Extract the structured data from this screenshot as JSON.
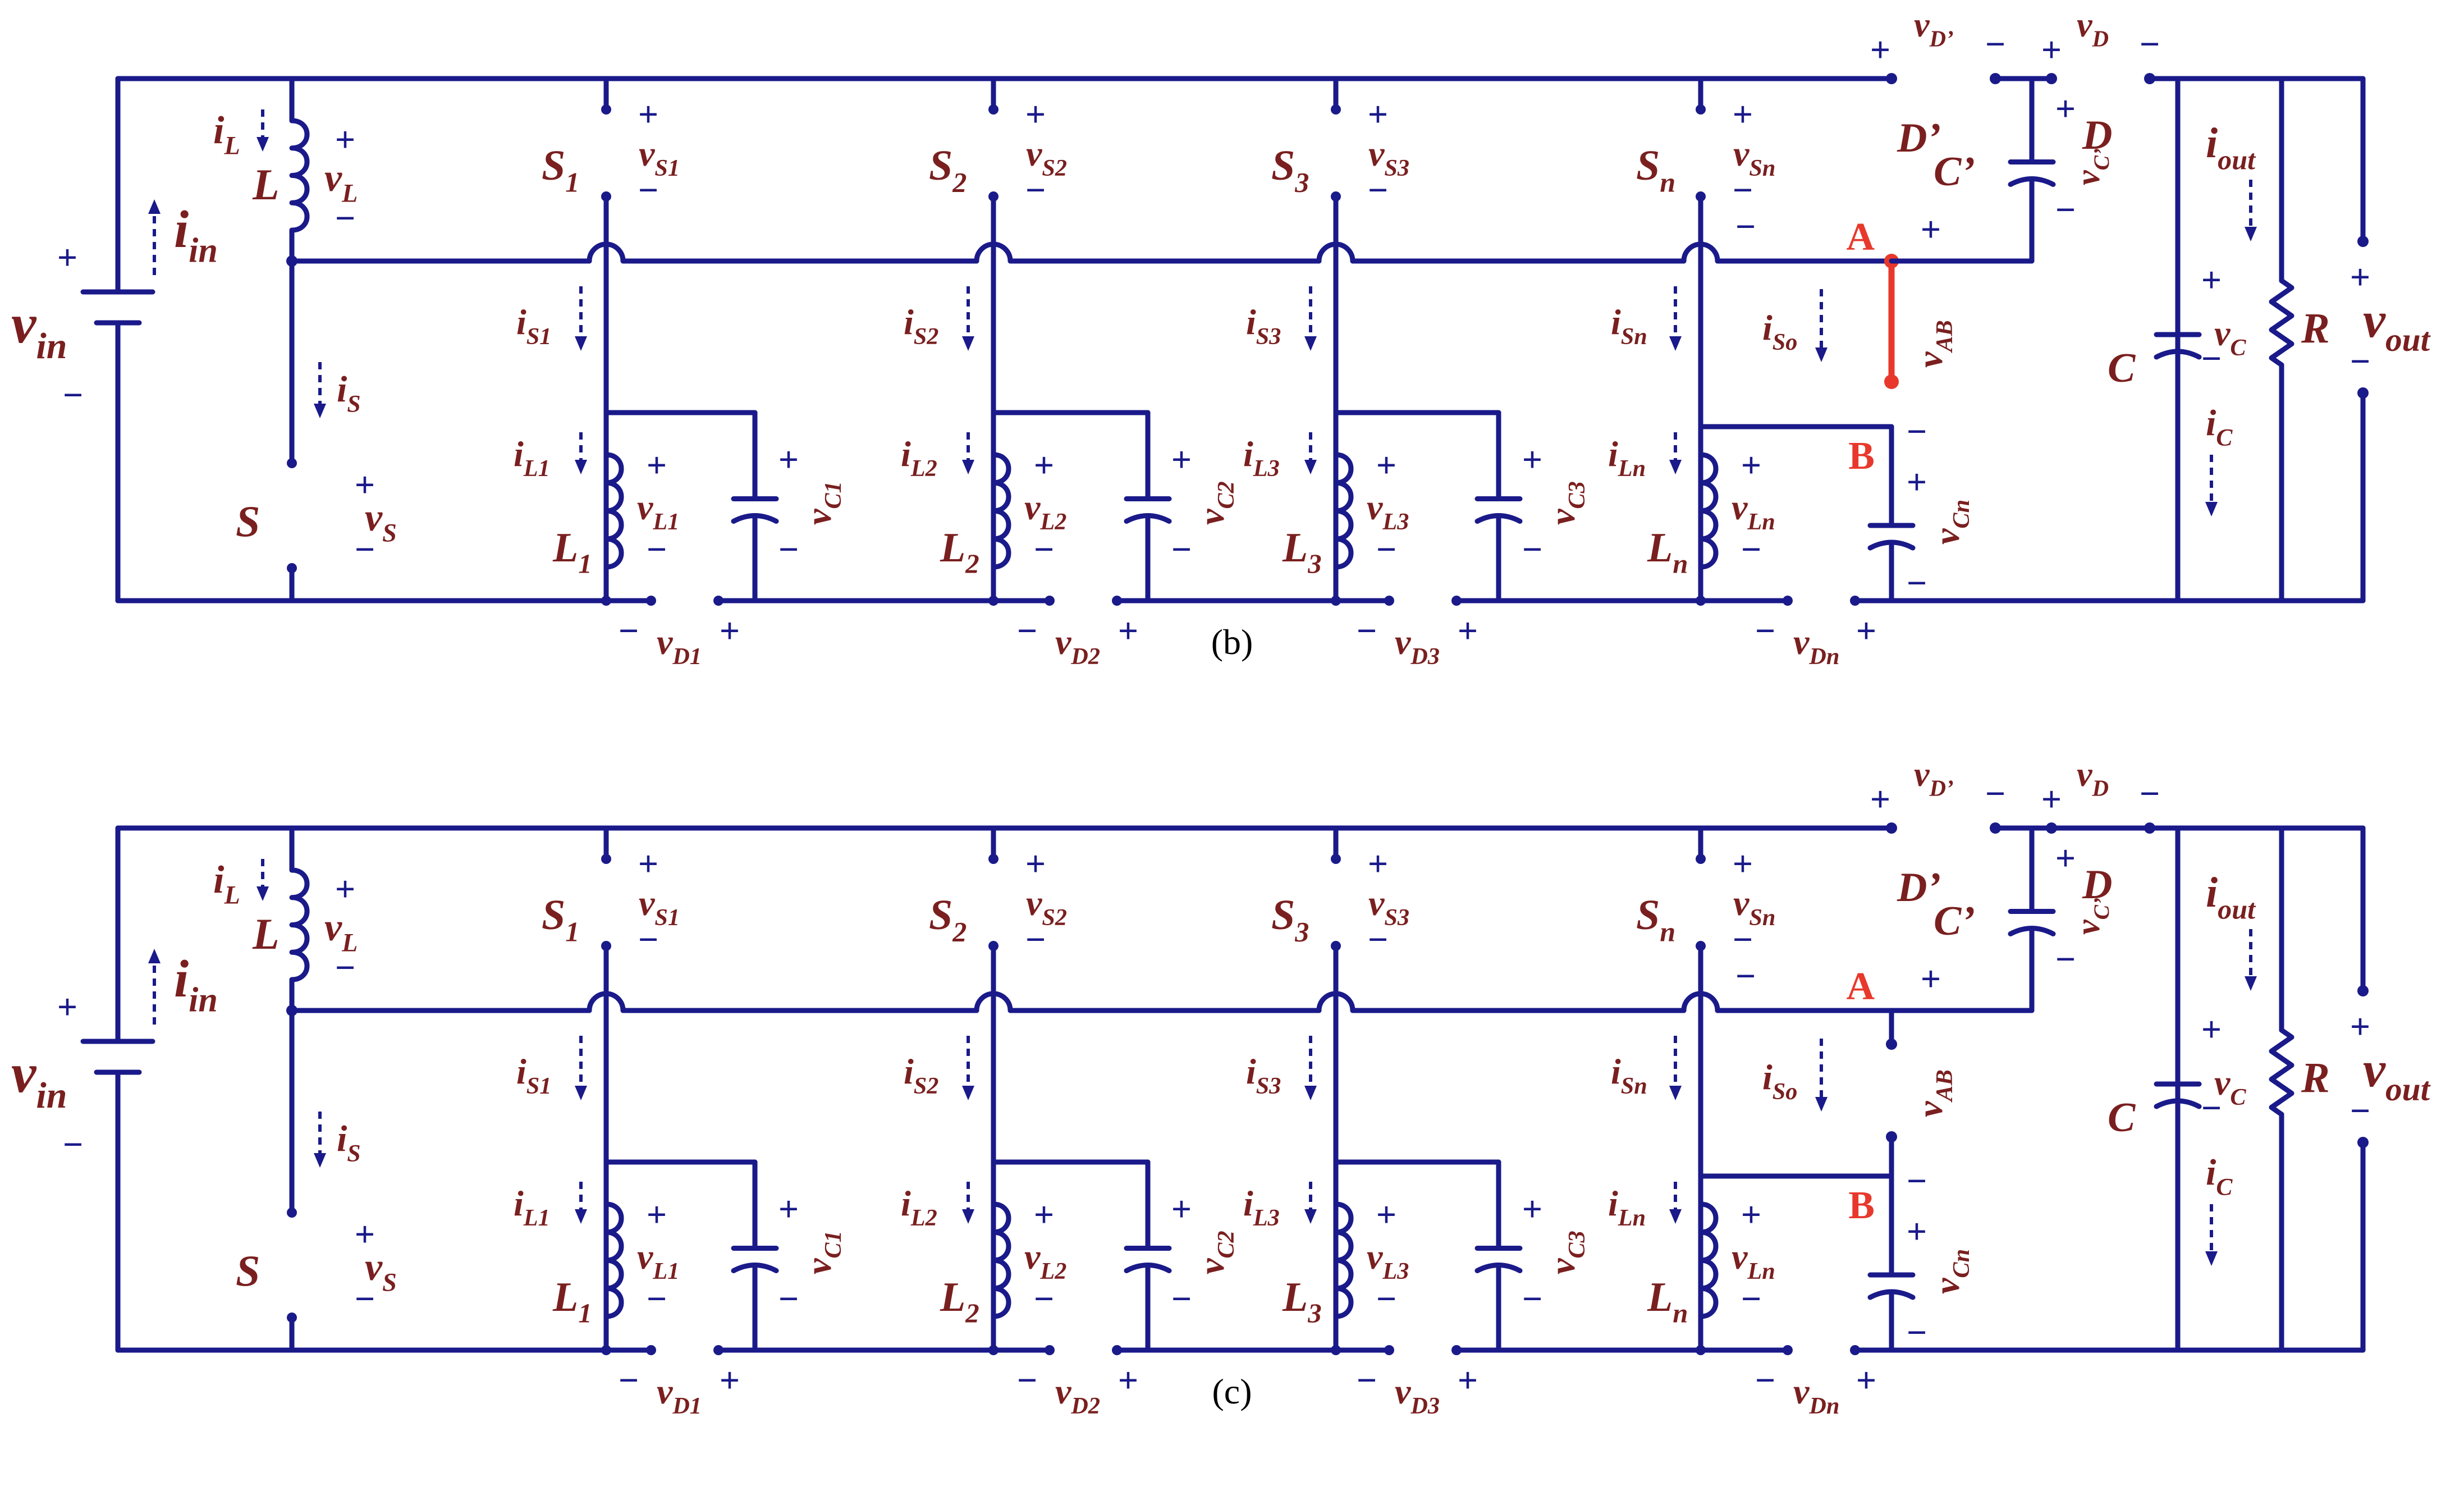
{
  "figure": {
    "panels": [
      {
        "id": "b",
        "caption": "(b)",
        "nodes": {
          "a": "A",
          "b": "B"
        },
        "switch_D_closed": false,
        "vab_shorted": true
      },
      {
        "id": "c",
        "caption": "(c)",
        "nodes": {
          "a": "A",
          "b": "B"
        },
        "switch_D_closed": true,
        "vab_shorted": false
      }
    ],
    "colors": {
      "wire": "#1a1a8a",
      "label": "#7a1f1f",
      "highlight": "#e8382c",
      "closed_switch_D": "#8b3a62"
    },
    "labels": {
      "vin": {
        "b": "v",
        "s": "in"
      },
      "iin": {
        "b": "i",
        "s": "in"
      },
      "iL": {
        "b": "i",
        "s": "L"
      },
      "L": {
        "b": "L",
        "s": ""
      },
      "vL": {
        "b": "v",
        "s": "L"
      },
      "iS": {
        "b": "i",
        "s": "S"
      },
      "S": {
        "b": "S",
        "s": ""
      },
      "vS": {
        "b": "v",
        "s": "S"
      },
      "stages": [
        {
          "S": {
            "b": "S",
            "s": "1"
          },
          "vS": {
            "b": "v",
            "s": "S1"
          },
          "iS": {
            "b": "i",
            "s": "S1"
          },
          "iL": {
            "b": "i",
            "s": "L1"
          },
          "L": {
            "b": "L",
            "s": "1"
          },
          "vL": {
            "b": "v",
            "s": "L1"
          },
          "vC": {
            "b": "v",
            "s": "C1"
          },
          "vD": {
            "b": "v",
            "s": "D1"
          }
        },
        {
          "S": {
            "b": "S",
            "s": "2"
          },
          "vS": {
            "b": "v",
            "s": "S2"
          },
          "iS": {
            "b": "i",
            "s": "S2"
          },
          "iL": {
            "b": "i",
            "s": "L2"
          },
          "L": {
            "b": "L",
            "s": "2"
          },
          "vL": {
            "b": "v",
            "s": "L2"
          },
          "vC": {
            "b": "v",
            "s": "C2"
          },
          "vD": {
            "b": "v",
            "s": "D2"
          }
        },
        {
          "S": {
            "b": "S",
            "s": "3"
          },
          "vS": {
            "b": "v",
            "s": "S3"
          },
          "iS": {
            "b": "i",
            "s": "S3"
          },
          "iL": {
            "b": "i",
            "s": "L3"
          },
          "L": {
            "b": "L",
            "s": "3"
          },
          "vL": {
            "b": "v",
            "s": "L3"
          },
          "vC": {
            "b": "v",
            "s": "C3"
          },
          "vD": {
            "b": "v",
            "s": "D3"
          }
        },
        {
          "S": {
            "b": "S",
            "s": "n"
          },
          "vS": {
            "b": "v",
            "s": "Sn"
          },
          "iS": {
            "b": "i",
            "s": "Sn"
          },
          "iL": {
            "b": "i",
            "s": "Ln"
          },
          "L": {
            "b": "L",
            "s": "n"
          },
          "vL": {
            "b": "v",
            "s": "Ln"
          },
          "vC": {
            "b": "v",
            "s": "Cn"
          },
          "vD": {
            "b": "v",
            "s": "Dn"
          }
        }
      ],
      "iSo": {
        "b": "i",
        "s": "So"
      },
      "vAB": {
        "b": "v",
        "s": "AB"
      },
      "vDp": {
        "b": "v",
        "s": "D’"
      },
      "vD": {
        "b": "v",
        "s": "D"
      },
      "Dp": {
        "b": "D’",
        "s": ""
      },
      "D": {
        "b": "D",
        "s": ""
      },
      "Cp": {
        "b": "C’",
        "s": ""
      },
      "vCp": {
        "b": "v",
        "s": "C’"
      },
      "iout": {
        "b": "i",
        "s": "out"
      },
      "C": {
        "b": "C",
        "s": ""
      },
      "vC": {
        "b": "v",
        "s": "C"
      },
      "iC": {
        "b": "i",
        "s": "C"
      },
      "R": {
        "b": "R",
        "s": ""
      },
      "vout": {
        "b": "v",
        "s": "out"
      },
      "plus": "+",
      "minus": "−"
    }
  }
}
